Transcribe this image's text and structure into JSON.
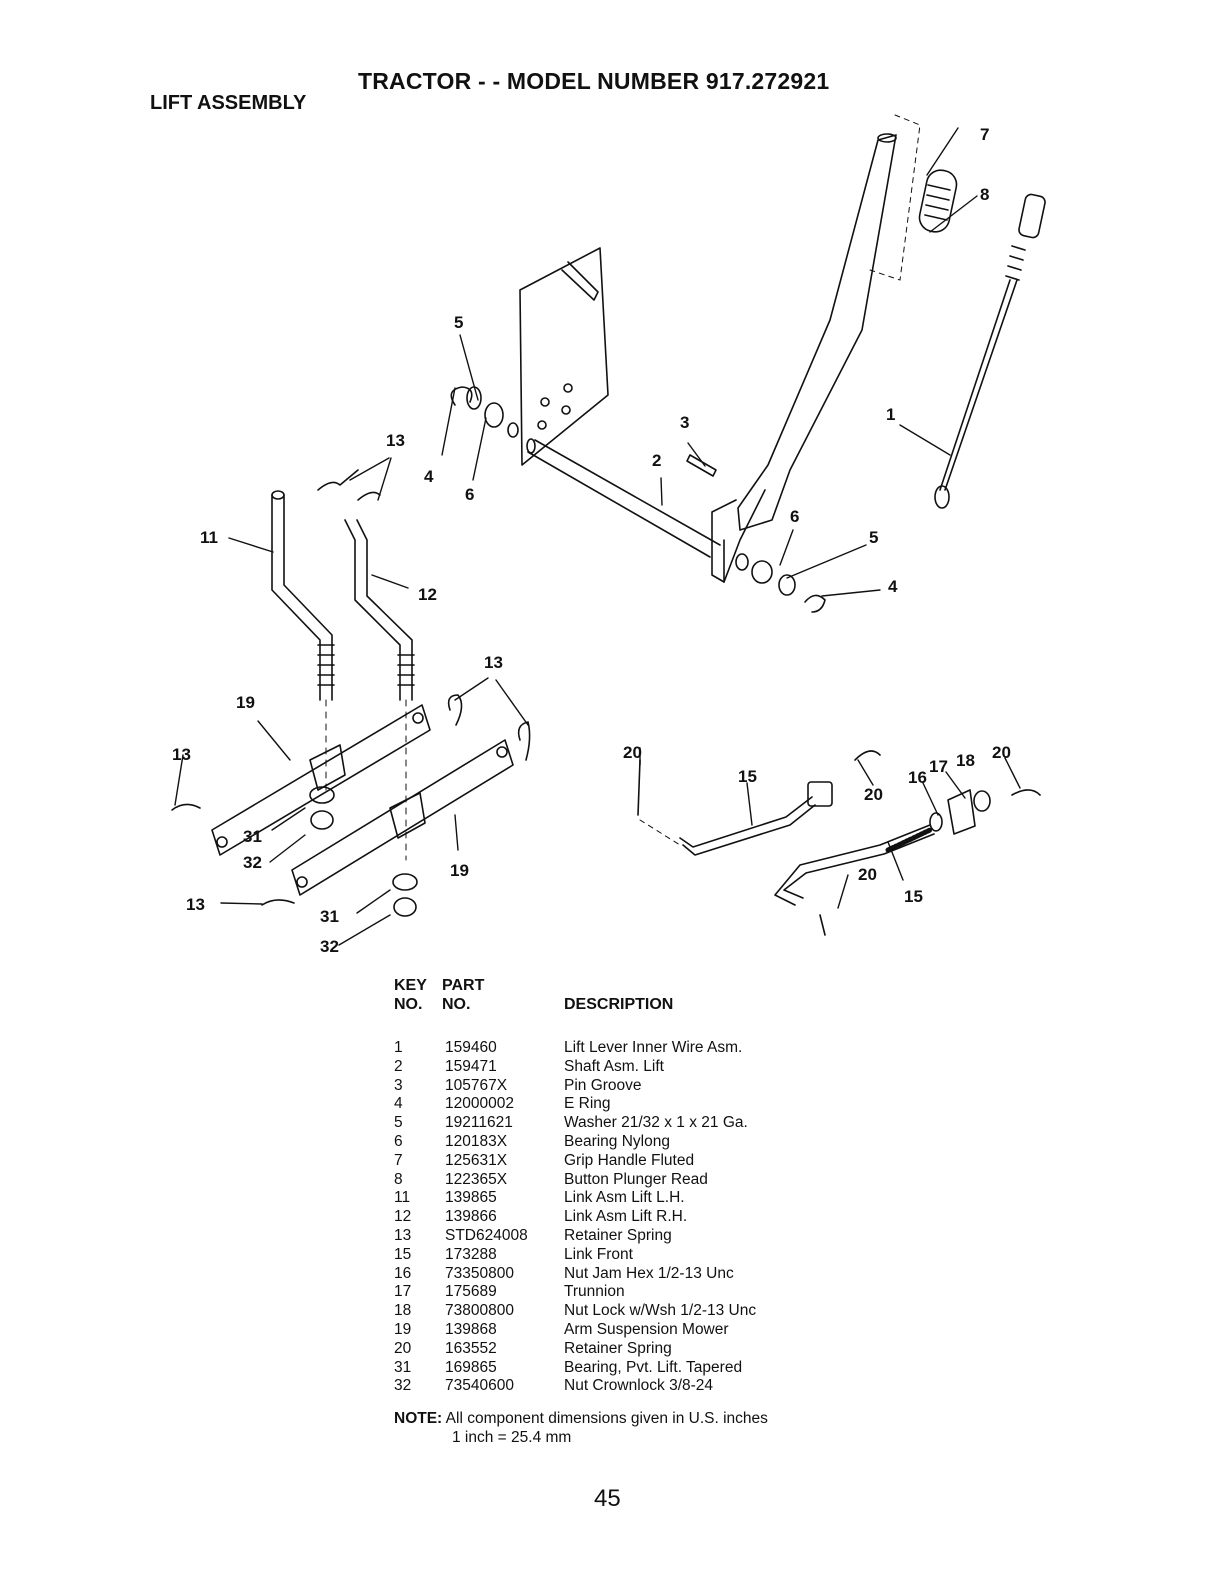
{
  "header": {
    "title": "TRACTOR - - MODEL NUMBER 917.272921",
    "section": "LIFT ASSEMBLY"
  },
  "diagram": {
    "callouts": [
      "1",
      "2",
      "3",
      "4",
      "5",
      "6",
      "7",
      "8",
      "11",
      "12",
      "13",
      "15",
      "16",
      "17",
      "18",
      "19",
      "20",
      "31",
      "32"
    ]
  },
  "table": {
    "headers": {
      "key_top": "KEY",
      "key_bottom": "NO.",
      "part_top": "PART",
      "part_bottom": "NO.",
      "description": "DESCRIPTION"
    },
    "rows": [
      {
        "key": "1",
        "part": "159460",
        "desc": "Lift Lever Inner Wire Asm."
      },
      {
        "key": "2",
        "part": "159471",
        "desc": "Shaft Asm. Lift"
      },
      {
        "key": "3",
        "part": "105767X",
        "desc": "Pin Groove"
      },
      {
        "key": "4",
        "part": "12000002",
        "desc": "E Ring"
      },
      {
        "key": "5",
        "part": "19211621",
        "desc": "Washer 21/32 x 1 x 21 Ga."
      },
      {
        "key": "6",
        "part": "120183X",
        "desc": "Bearing Nylong"
      },
      {
        "key": "7",
        "part": "125631X",
        "desc": "Grip Handle Fluted"
      },
      {
        "key": "8",
        "part": "122365X",
        "desc": "Button Plunger Read"
      },
      {
        "key": "11",
        "part": "139865",
        "desc": "Link Asm Lift L.H."
      },
      {
        "key": "12",
        "part": "139866",
        "desc": "Link Asm Lift R.H."
      },
      {
        "key": "13",
        "part": "STD624008",
        "desc": "Retainer Spring"
      },
      {
        "key": "15",
        "part": "173288",
        "desc": "Link Front"
      },
      {
        "key": "16",
        "part": "73350800",
        "desc": "Nut Jam Hex 1/2-13 Unc"
      },
      {
        "key": "17",
        "part": "175689",
        "desc": "Trunnion"
      },
      {
        "key": "18",
        "part": "73800800",
        "desc": "Nut Lock w/Wsh  1/2-13 Unc"
      },
      {
        "key": "19",
        "part": "139868",
        "desc": "Arm Suspension Mower"
      },
      {
        "key": "20",
        "part": "163552",
        "desc": "Retainer Spring"
      },
      {
        "key": "31",
        "part": "169865",
        "desc": "Bearing, Pvt. Lift. Tapered"
      },
      {
        "key": "32",
        "part": "73540600",
        "desc": "Nut Crownlock 3/8-24"
      }
    ]
  },
  "note": {
    "label": "NOTE:",
    "line1": "All component dimensions given in U.S. inches",
    "line2": "1 inch = 25.4 mm"
  },
  "page_number": "45"
}
